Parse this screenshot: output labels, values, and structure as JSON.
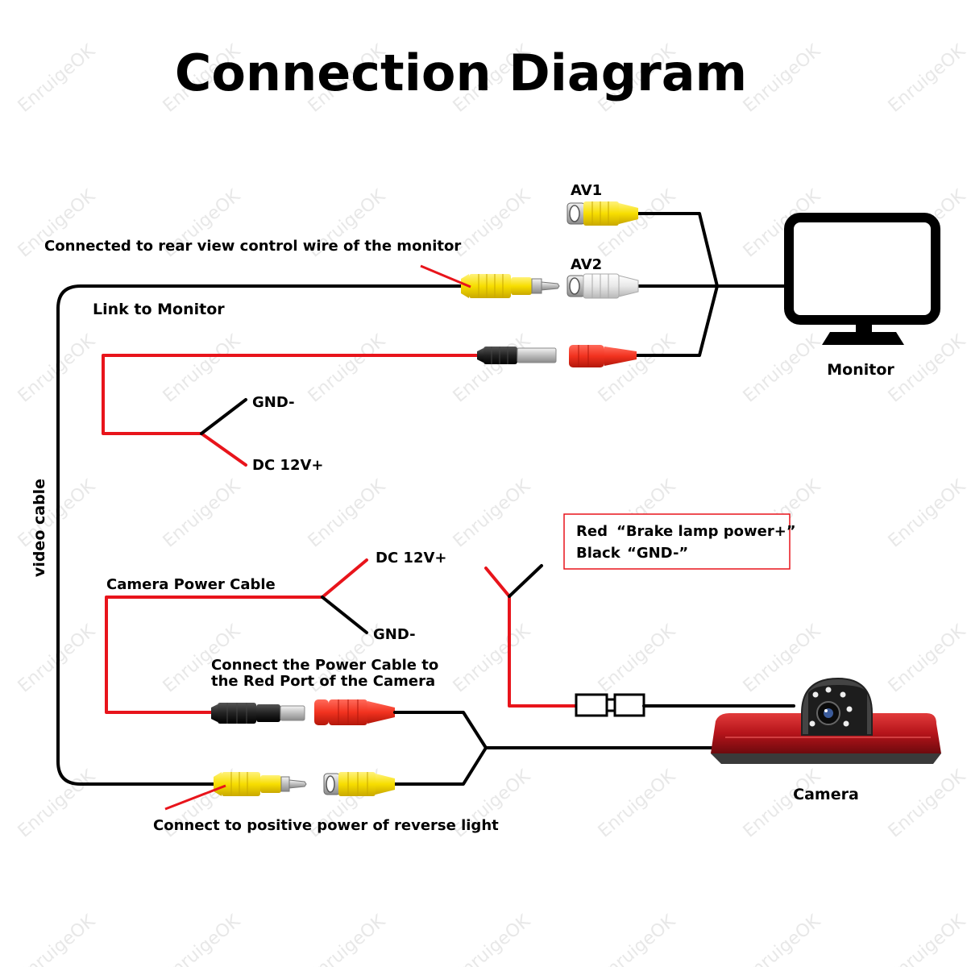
{
  "title": "Connection Diagram",
  "watermark": "EnruigeOK",
  "labels": {
    "av1": "AV1",
    "av2": "AV2",
    "rear_view_control": "Connected to rear view control wire of the monitor",
    "link_to_monitor": "Link to Monitor",
    "gnd_top": "GND-",
    "dc12_top": "DC 12V+",
    "monitor": "Monitor",
    "video_cable": "video cable",
    "dc12_cam": "DC 12V+",
    "camera_power_cable": "Camera Power Cable",
    "gnd_cam": "GND-",
    "connect_power_line1": "Connect the Power Cable to",
    "connect_power_line2": "the Red Port of the Camera",
    "reverse_light": "Connect to positive power of reverse light",
    "camera": "Camera",
    "brake_red": "Red",
    "brake_red_desc": "“Brake lamp power+”",
    "brake_black": "Black",
    "brake_black_desc": "“GND-”"
  },
  "colors": {
    "wire_red": "#e8141b",
    "rca_yellow": "#f7e000",
    "rca_white": "#e6e6e6",
    "camera_red": "#b5141a"
  }
}
